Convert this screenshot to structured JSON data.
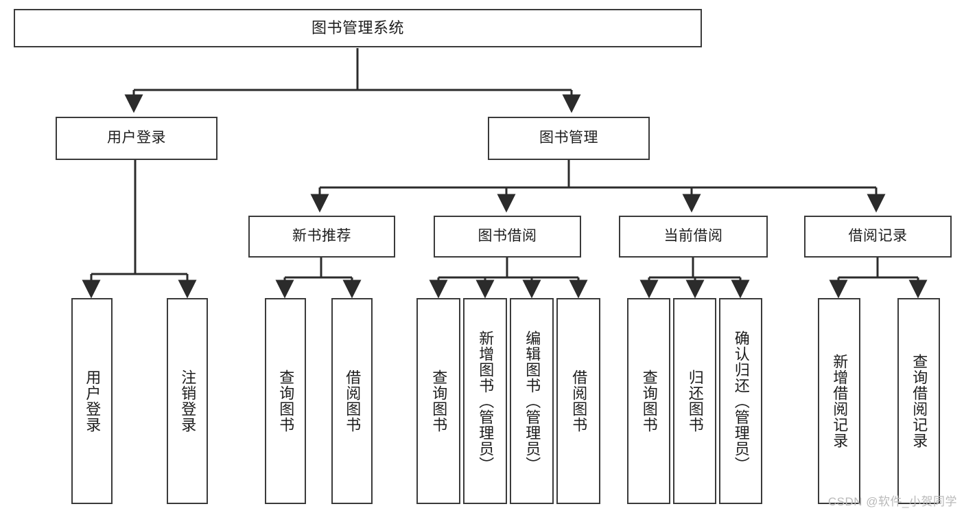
{
  "diagram": {
    "title": "图书管理系统",
    "type": "hierarchy-tree",
    "watermark": "CSDN @软件_小贺同学",
    "colors": {
      "box_border": "#3a3a3a",
      "box_fill": "#ffffff",
      "connector": "#2b2b2b",
      "text": "#1d1d1d",
      "watermark": "#b9b9b9"
    },
    "root": {
      "label": "图书管理系统"
    },
    "level2": [
      {
        "label": "用户登录"
      },
      {
        "label": "图书管理"
      }
    ],
    "level3": [
      {
        "label": "新书推荐"
      },
      {
        "label": "图书借阅"
      },
      {
        "label": "当前借阅"
      },
      {
        "label": "借阅记录"
      }
    ],
    "leaves": {
      "user_login": [
        {
          "label": "用户登录"
        },
        {
          "label": "注销登录"
        }
      ],
      "new_book_recommend": [
        {
          "label": "查询图书"
        },
        {
          "label": "借阅图书"
        }
      ],
      "book_borrow": [
        {
          "label": "查询图书"
        },
        {
          "label": "新增图书（管理员）"
        },
        {
          "label": "编辑图书（管理员）"
        },
        {
          "label": "借阅图书"
        }
      ],
      "current_borrow": [
        {
          "label": "查询图书"
        },
        {
          "label": "归还图书"
        },
        {
          "label": "确认归还（管理员）"
        }
      ],
      "borrow_record": [
        {
          "label": "新增借阅记录"
        },
        {
          "label": "查询借阅记录"
        }
      ]
    }
  }
}
